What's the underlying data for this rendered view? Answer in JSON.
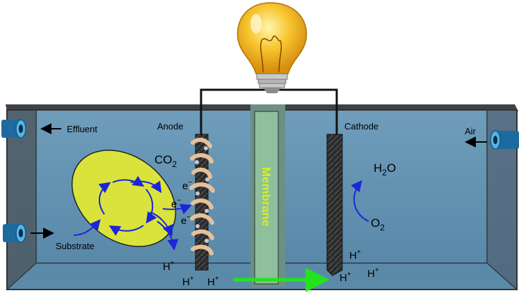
{
  "labels": {
    "effluent": "Effluent",
    "anode": "Anode",
    "cathode": "Cathode",
    "air": "Air",
    "membrane": "Membrane",
    "substrate": "Substrate",
    "co2": "CO",
    "co2_sub": "2",
    "electron": "e",
    "electron_sup": "−",
    "h2o_h": "H",
    "h2o_sub": "2",
    "h2o_o": "O",
    "o2": "O",
    "o2_sub": "2",
    "proton": "H",
    "proton_sup": "+"
  },
  "colors": {
    "tank_water": "#5f8fad",
    "tank_dark": "#4b4f56",
    "membrane": "#8fb89a",
    "bacteria_cell": "#d9e33c",
    "arrow_blue": "#1c25d8",
    "arrow_green": "#22e31e",
    "wire": "#111111",
    "bulb": "#f2b21b",
    "electrode": "#2b2b2b",
    "microbe": "#e9c7a3"
  },
  "icons": [
    "light-bulb-icon",
    "inlet-pipe-icon",
    "outlet-pipe-icon",
    "air-pipe-icon"
  ]
}
